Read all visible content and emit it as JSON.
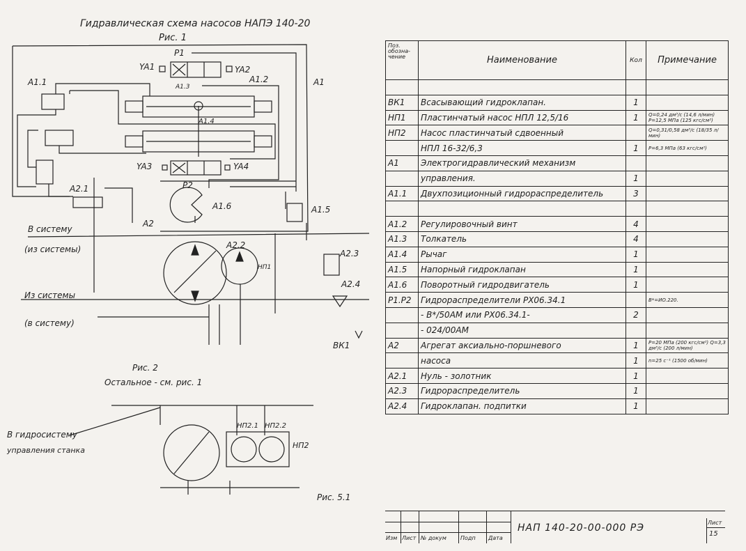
{
  "figure1": {
    "title": "Гидравлическая схема насосов НАПЭ 140-20",
    "caption": "Рис. 1",
    "labels": {
      "p1": "P1",
      "ya1": "YA1",
      "ya2": "YA2",
      "a1_1": "A1.1",
      "a1_2": "A1.2",
      "a1_3": "A1.3",
      "a1_4": "A1.4",
      "a1": "A1",
      "ya3": "YA3",
      "ya4": "YA4",
      "p2": "P2",
      "a1_6": "A1.6",
      "a1_5": "A1.5",
      "a2_1": "A2.1",
      "a2": "A2",
      "a2_2": "A2.2",
      "np1": "НП1",
      "a2_3": "A2.3",
      "a2_4": "A2.4",
      "vk1": "ВК1",
      "to_system": "В систему",
      "from_system_paren": "(из системы)",
      "from_system": "Из системы",
      "to_system_paren": "(в систему)"
    }
  },
  "figure2": {
    "caption": "Рис. 2",
    "note": "Остальное - см. рис. 1",
    "to_hydro": "В гидросистему",
    "machine_ctrl": "управления станка",
    "np2_1": "НП2.1",
    "np2_2": "НП2.2",
    "np2": "НП2"
  },
  "figure_caption": "Рис. 5.1",
  "table": {
    "headers": {
      "pos": "Поз. обозна- чение",
      "name": "Наименование",
      "qty": "Кол",
      "note": "Примечание"
    },
    "rows": [
      {
        "pos": "",
        "name": "",
        "qty": "",
        "note": ""
      },
      {
        "pos": "ВК1",
        "name": "Всасывающий гидроклапан.",
        "qty": "1",
        "note": ""
      },
      {
        "pos": "НП1",
        "name": "Пластинчатый насос НПЛ 12,5/16",
        "qty": "1",
        "note": "Q=0,24 дм³/с (14,6 л/мин) P=12,5 МПа (125 кгс/см²)"
      },
      {
        "pos": "НП2",
        "name": "Насос пластинчатый сдвоенный",
        "qty": "",
        "note": "Q=0,31/0,58 дм³/с (18/35 л/мин)"
      },
      {
        "pos": "",
        "name": "НПЛ 16-32/6,3",
        "qty": "1",
        "note": "P=6,3 МПа (63 кгс/см²)"
      },
      {
        "pos": "A1",
        "name": "Электрогидравлический механизм",
        "qty": "",
        "note": ""
      },
      {
        "pos": "",
        "name": "управления.",
        "qty": "1",
        "note": ""
      },
      {
        "pos": "A1.1",
        "name": "Двухпозиционный гидрораспределитель",
        "qty": "3",
        "note": ""
      },
      {
        "pos": "",
        "name": "",
        "qty": "",
        "note": ""
      },
      {
        "pos": "A1.2",
        "name": "Регулировочный винт",
        "qty": "4",
        "note": ""
      },
      {
        "pos": "A1.3",
        "name": "Толкатель",
        "qty": "4",
        "note": ""
      },
      {
        "pos": "A1.4",
        "name": "Рычаг",
        "qty": "1",
        "note": ""
      },
      {
        "pos": "A1.5",
        "name": "Напорный гидроклапан",
        "qty": "1",
        "note": ""
      },
      {
        "pos": "A1.6",
        "name": "Поворотный гидродвигатель",
        "qty": "1",
        "note": ""
      },
      {
        "pos": "P1.P2",
        "name": "Гидрораспределители РХ06.34.1",
        "qty": "",
        "note": "B*=ИО.220."
      },
      {
        "pos": "",
        "name": "- B*/50AM или РХ06.34.1-",
        "qty": "2",
        "note": ""
      },
      {
        "pos": "",
        "name": "- 024/00AM",
        "qty": "",
        "note": ""
      },
      {
        "pos": "A2",
        "name": "Агрегат аксиально-поршневого",
        "qty": "1",
        "note": "P=20 МПа (200 кгс/см²) Q=3,3 дм³/с (200 л/мин)"
      },
      {
        "pos": "",
        "name": "насоса",
        "qty": "1",
        "note": "n=25 с⁻¹ (1500 об/мин)"
      },
      {
        "pos": "A2.1",
        "name": "Нуль - золотник",
        "qty": "1",
        "note": ""
      },
      {
        "pos": "A2.3",
        "name": "Гидрораспределитель",
        "qty": "1",
        "note": ""
      },
      {
        "pos": "A2.4",
        "name": "Гидроклапан. подпитки",
        "qty": "1",
        "note": ""
      }
    ]
  },
  "title_block": {
    "columns": [
      "Изм",
      "Лист",
      "№ докум",
      "Подп",
      "Дата"
    ],
    "doc_code": "НАП 140-20-00-000 РЭ",
    "sheet_label": "Лист",
    "sheet_number": "15"
  }
}
